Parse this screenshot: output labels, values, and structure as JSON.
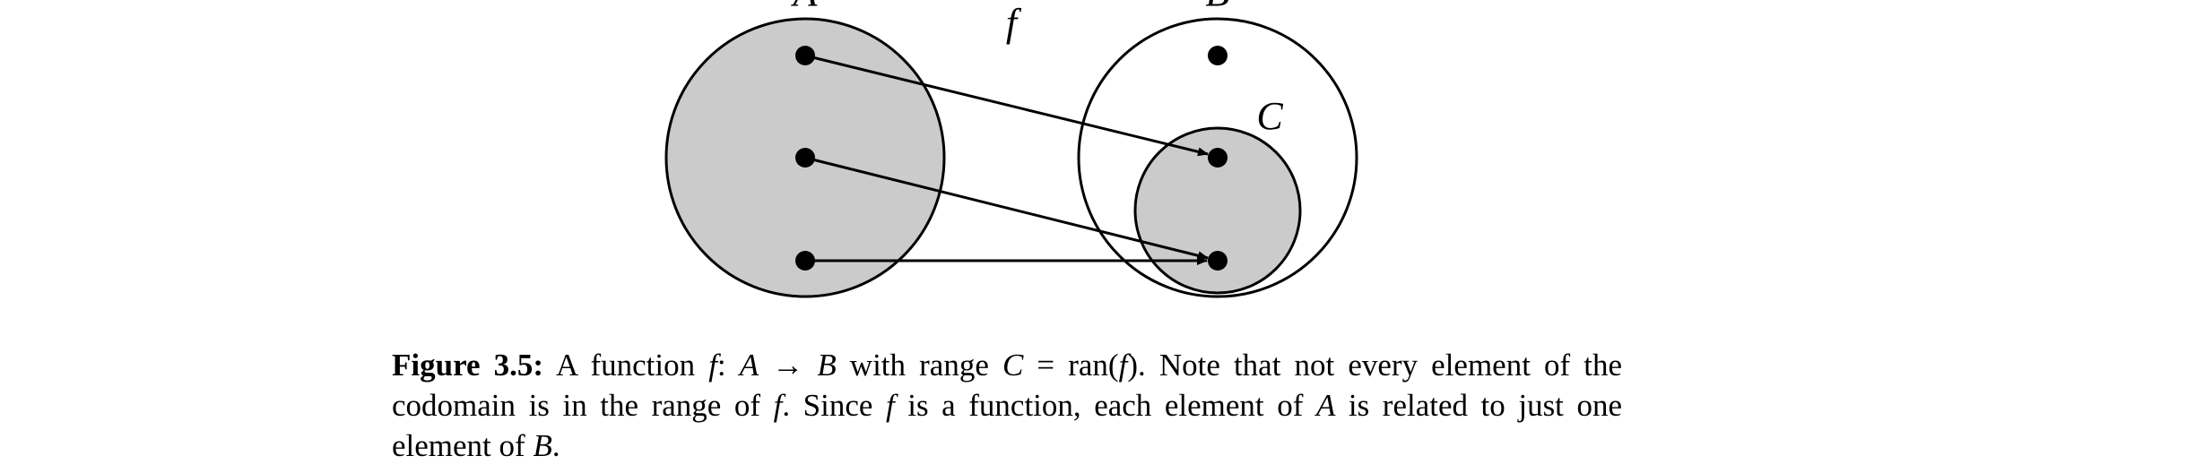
{
  "diagram": {
    "set_labels": {
      "A": "A",
      "B": "B",
      "C": "C",
      "f": "f"
    },
    "colors": {
      "fill": "#cbcbcb",
      "stroke": "#000000"
    },
    "relation": [
      [
        "A1",
        "C1"
      ],
      [
        "A2",
        "C2"
      ],
      [
        "A3",
        "C2"
      ]
    ]
  },
  "caption": {
    "label": "Figure 3.5:",
    "parts": [
      {
        "text": "A function ",
        "style": "normal"
      },
      {
        "text": "f",
        "style": "italic"
      },
      {
        "text": ": ",
        "style": "normal"
      },
      {
        "text": "A",
        "style": "italic"
      },
      {
        "text": " → ",
        "style": "normal"
      },
      {
        "text": "B",
        "style": "italic"
      },
      {
        "text": " with range ",
        "style": "normal"
      },
      {
        "text": "C",
        "style": "italic"
      },
      {
        "text": " = ran(",
        "style": "normal"
      },
      {
        "text": "f",
        "style": "italic"
      },
      {
        "text": "). Note that not every element of the codomain is in the range of ",
        "style": "normal"
      },
      {
        "text": "f",
        "style": "italic"
      },
      {
        "text": ". Since ",
        "style": "normal"
      },
      {
        "text": "f",
        "style": "italic"
      },
      {
        "text": " is a function, each element of ",
        "style": "normal"
      },
      {
        "text": "A",
        "style": "italic"
      },
      {
        "text": " is related to just one element of ",
        "style": "normal"
      },
      {
        "text": "B",
        "style": "italic"
      },
      {
        "text": ".",
        "style": "normal"
      }
    ]
  }
}
